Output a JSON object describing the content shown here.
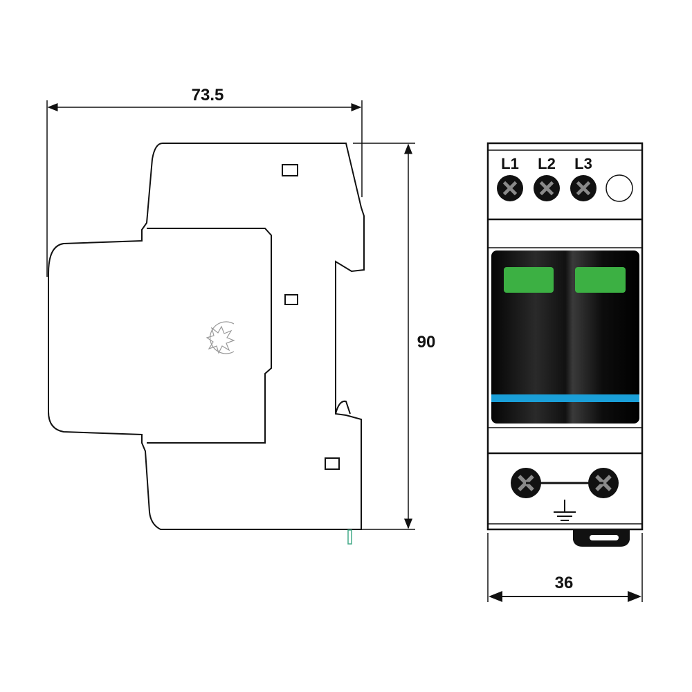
{
  "dimensions": {
    "depth": "73.5",
    "height": "90",
    "width": "36"
  },
  "terminals": {
    "top": [
      "L1",
      "L2",
      "L3"
    ]
  },
  "colors": {
    "indicator": "#3cb043",
    "stripe": "#1a9fd8",
    "window": "#141414"
  },
  "icons": [
    "terminal-screw-icon",
    "ground-symbol-icon",
    "spark-logo-icon"
  ]
}
